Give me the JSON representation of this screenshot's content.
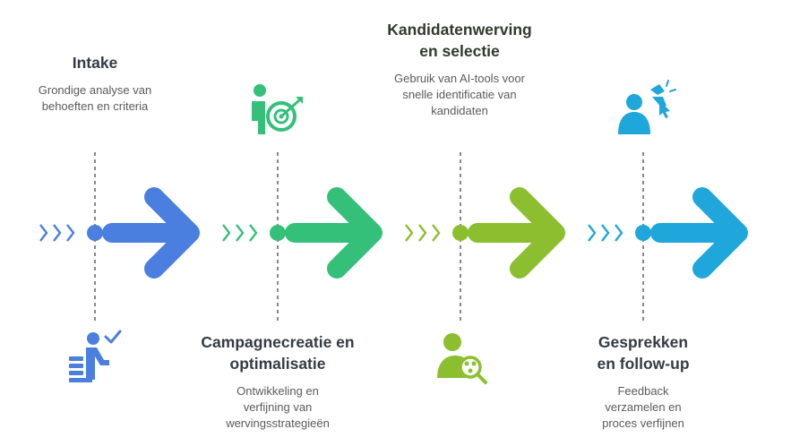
{
  "steps": [
    {
      "title": "Intake",
      "description": "Grondige analyse van behoeften en criteria",
      "icon": "person-checklist-icon",
      "color": "#4a7fe0"
    },
    {
      "title": "Campagnecreatie en optimalisatie",
      "description": "Ontwikkeling en verfijning van wervingsstrategieën",
      "icon": "person-target-icon",
      "color": "#35c07a"
    },
    {
      "title": "Kandidatenwerving en selectie",
      "description": "Gebruik van AI-tools voor snelle identificatie van kandidaten",
      "icon": "person-search-icon",
      "color": "#8cbf2f"
    },
    {
      "title": "Gesprekken en follow-up",
      "description": "Feedback verzamelen en proces verfijnen",
      "icon": "person-cursor-icon",
      "color": "#1fa7dc"
    }
  ]
}
